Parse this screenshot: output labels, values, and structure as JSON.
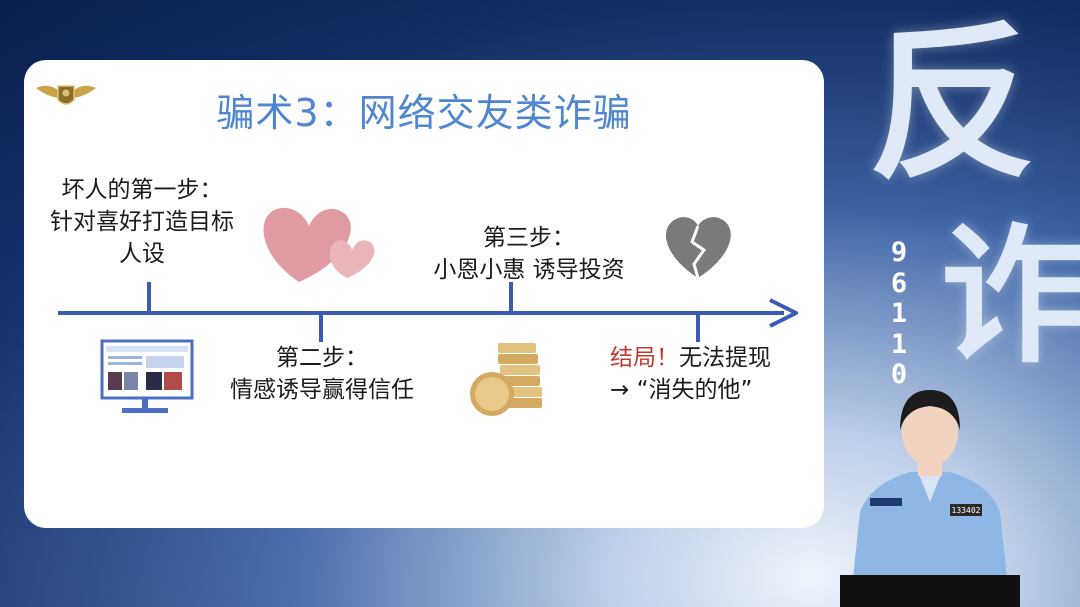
{
  "side_banner": {
    "char_top": "反",
    "char_bottom": "诈",
    "hotline": "96110"
  },
  "slide": {
    "title": "骗术3：网络交友类诈骗",
    "step1": {
      "line1": "坏人的第一步：",
      "line2": "针对喜好打造目标",
      "line3": "人设"
    },
    "step2": {
      "line1": "第二步：",
      "line2": "情感诱导赢得信任"
    },
    "step3": {
      "line1": "第三步：",
      "line2": "小恩小惠 诱导投资"
    },
    "ending": {
      "label": "结局！",
      "text1": "无法提现",
      "text2": "→ “消失的他”"
    }
  },
  "presenter": {
    "badge": "133402"
  },
  "colors": {
    "title": "#4f86cf",
    "timeline": "#3b5bb5",
    "ending_red": "#c0392b",
    "heart": "#e09aa1",
    "broken_heart": "#7a7a7a"
  },
  "icons": [
    "logo-badge-icon",
    "heart-icon",
    "website-monitor-icon",
    "coins-icon",
    "broken-heart-icon"
  ]
}
